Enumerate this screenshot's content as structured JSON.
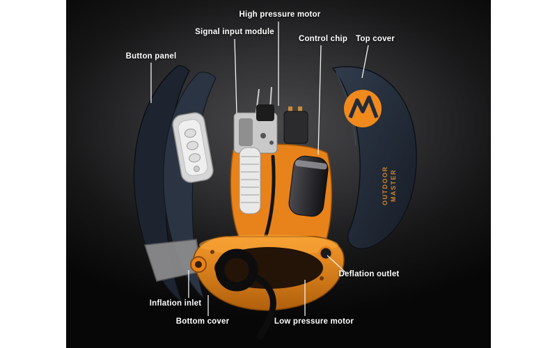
{
  "diagram": {
    "labels": {
      "button_panel": "Button panel",
      "signal_input_module": "Signal input module",
      "high_pressure_motor": "High pressure motor",
      "control_chip": "Control chip",
      "top_cover": "Top cover",
      "deflation_outlet": "Deflation outlet",
      "inflation_inlet": "Inflation inlet",
      "bottom_cover": "Bottom cover",
      "low_pressure_motor": "Low pressure motor"
    },
    "brand": {
      "line1": "OUTDOOR",
      "line2": "MASTER"
    },
    "colors": {
      "accent_orange": "#F08A1D",
      "shell_navy": "#232B38",
      "background_dark": "#161617",
      "label_text": "#FFFFFF",
      "metal_silver": "#D6D6D6"
    }
  }
}
